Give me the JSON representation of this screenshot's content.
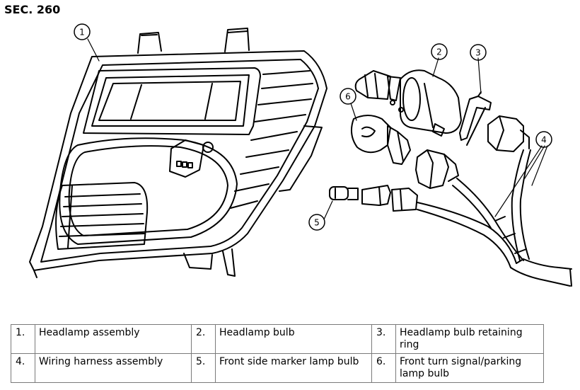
{
  "section": "SEC. 260",
  "callouts": [
    "1",
    "2",
    "3",
    "4",
    "5",
    "6"
  ],
  "legend": [
    [
      {
        "num": "1.",
        "label": "Headlamp assembly"
      },
      {
        "num": "2.",
        "label": "Headlamp bulb"
      },
      {
        "num": "3.",
        "label": "Headlamp bulb retaining ring"
      }
    ],
    [
      {
        "num": "4.",
        "label": "Wiring harness assembly"
      },
      {
        "num": "5.",
        "label": "Front side marker lamp bulb"
      },
      {
        "num": "6.",
        "label": "Front turn signal/parking lamp bulb"
      }
    ]
  ]
}
